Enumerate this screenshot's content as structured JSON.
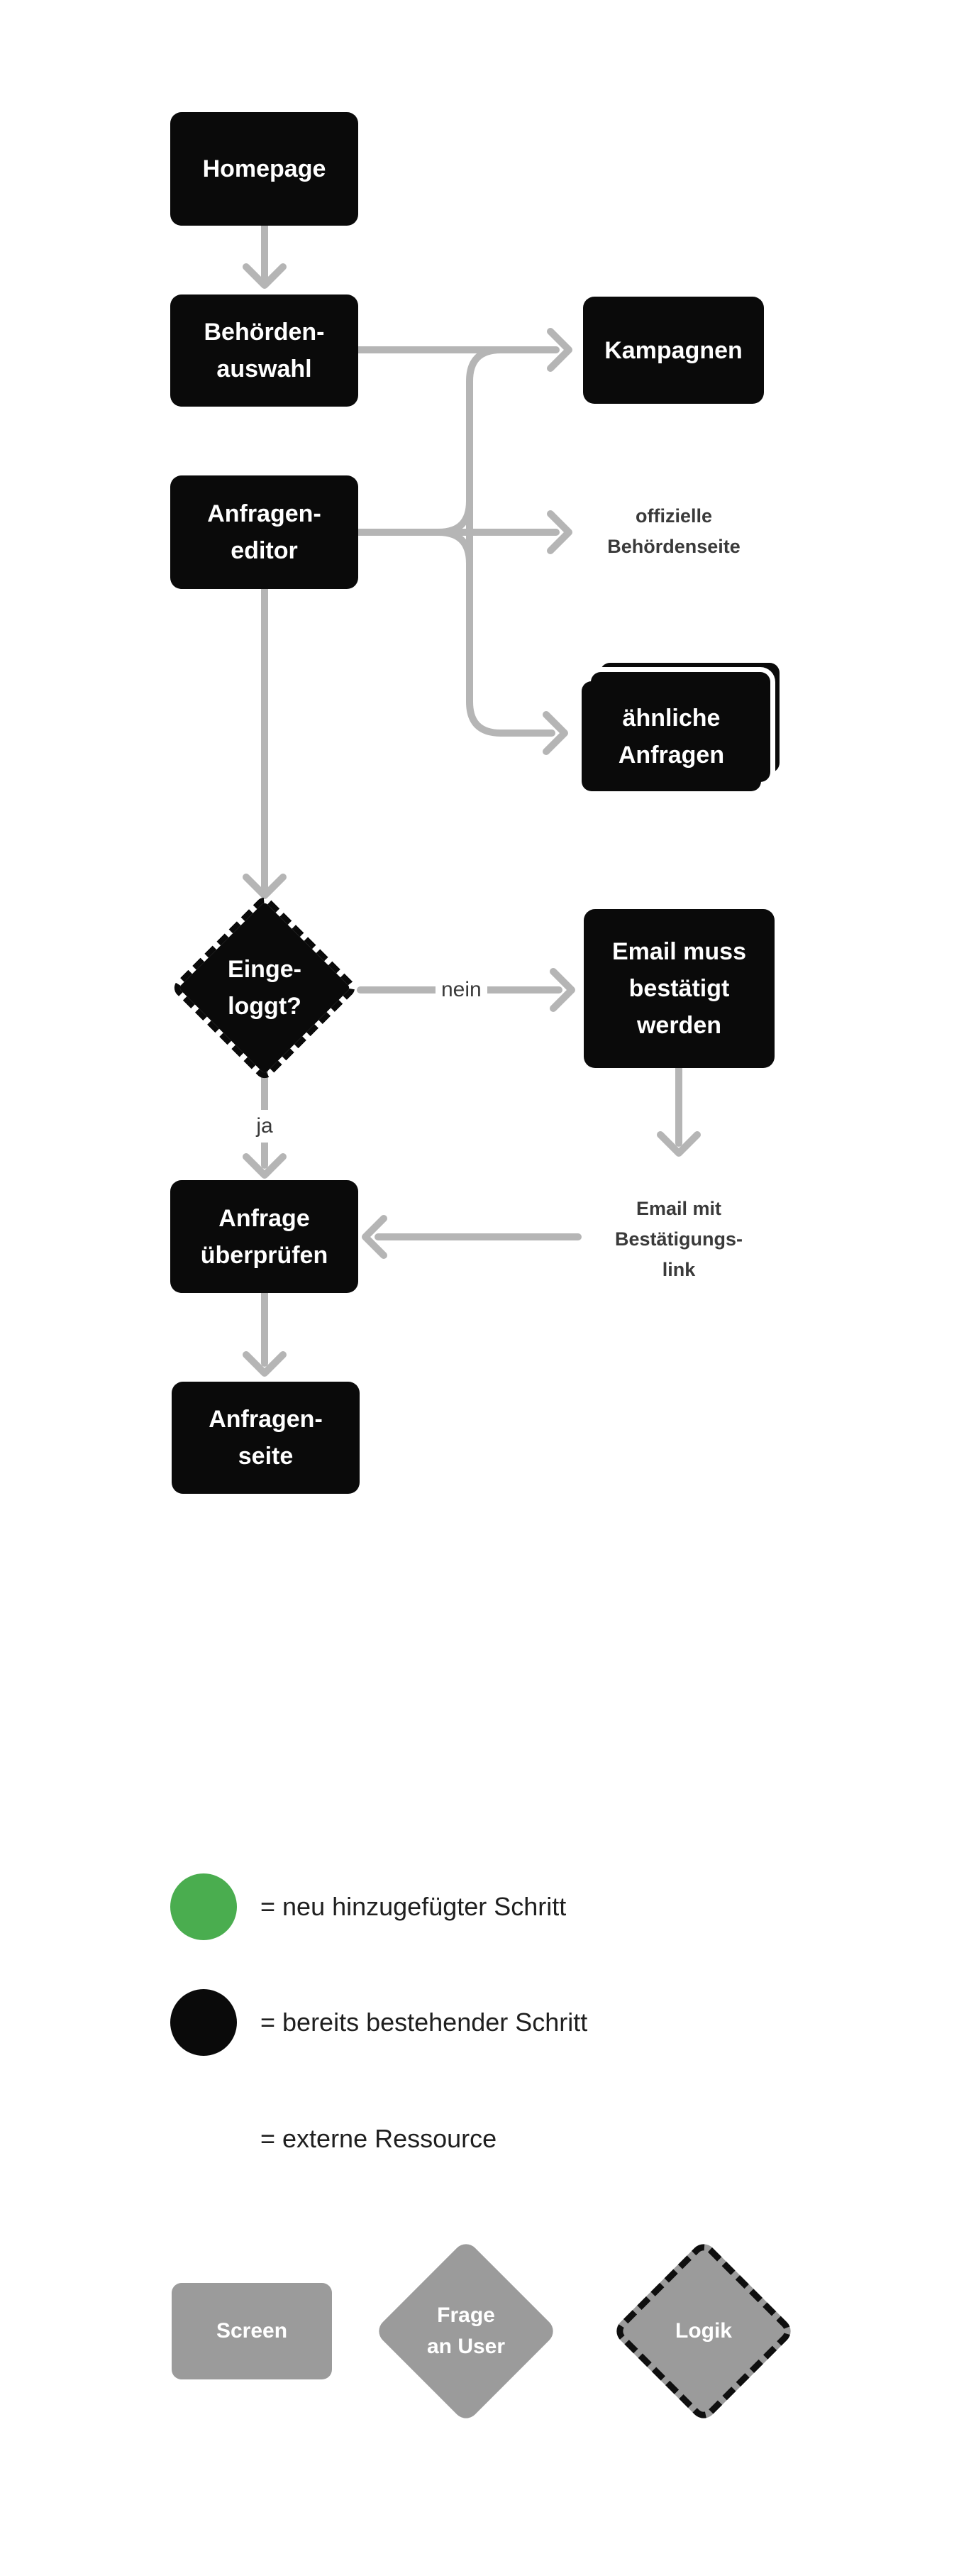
{
  "flow": {
    "homepage": {
      "label": "Homepage"
    },
    "behoerdenauswahl": {
      "lines": [
        "Behörden-",
        "auswahl"
      ]
    },
    "kampagnen": {
      "label": "Kampagnen"
    },
    "anfrageneditor": {
      "lines": [
        "Anfragen-",
        "editor"
      ]
    },
    "offizielle_behoerdenseite": {
      "lines": [
        "offizielle",
        "Behördenseite"
      ]
    },
    "aehnliche_anfragen": {
      "lines": [
        "ähnliche",
        "Anfragen"
      ]
    },
    "eingeloggt": {
      "lines": [
        "Einge-",
        "loggt?"
      ]
    },
    "email_muss": {
      "lines": [
        "Email muss",
        "bestätigt",
        "werden"
      ]
    },
    "email_mit": {
      "lines": [
        "Email mit",
        "Bestätigungs-",
        "link"
      ]
    },
    "anfrage_ueberpruefen": {
      "lines": [
        "Anfrage",
        "überprüfen"
      ]
    },
    "anfragenseite": {
      "lines": [
        "Anfragen-",
        "seite"
      ]
    },
    "edge_labels": {
      "nein": "nein",
      "ja": "ja"
    }
  },
  "legend": {
    "items": [
      {
        "symbol": "green-circle",
        "text": "= neu hinzugefügter Schritt"
      },
      {
        "symbol": "black-circle",
        "text": "= bereits bestehender Schritt"
      },
      {
        "symbol": "none",
        "text": "= externe Ressource"
      }
    ]
  },
  "key": {
    "screen": {
      "label": "Screen"
    },
    "frage_an_user": {
      "lines": [
        "Frage",
        "an User"
      ]
    },
    "logik": {
      "label": "Logik"
    }
  },
  "colors": {
    "node_black": "#0a0a0a",
    "connector_gray": "#b5b5b5",
    "shape_gray": "#9b9b9b",
    "small_label_gray": "#3a3a3a",
    "legend_green": "#4aad4f",
    "legend_black": "#0a0a0a",
    "legend_text": "#1f1f1f",
    "background": "#ffffff"
  }
}
